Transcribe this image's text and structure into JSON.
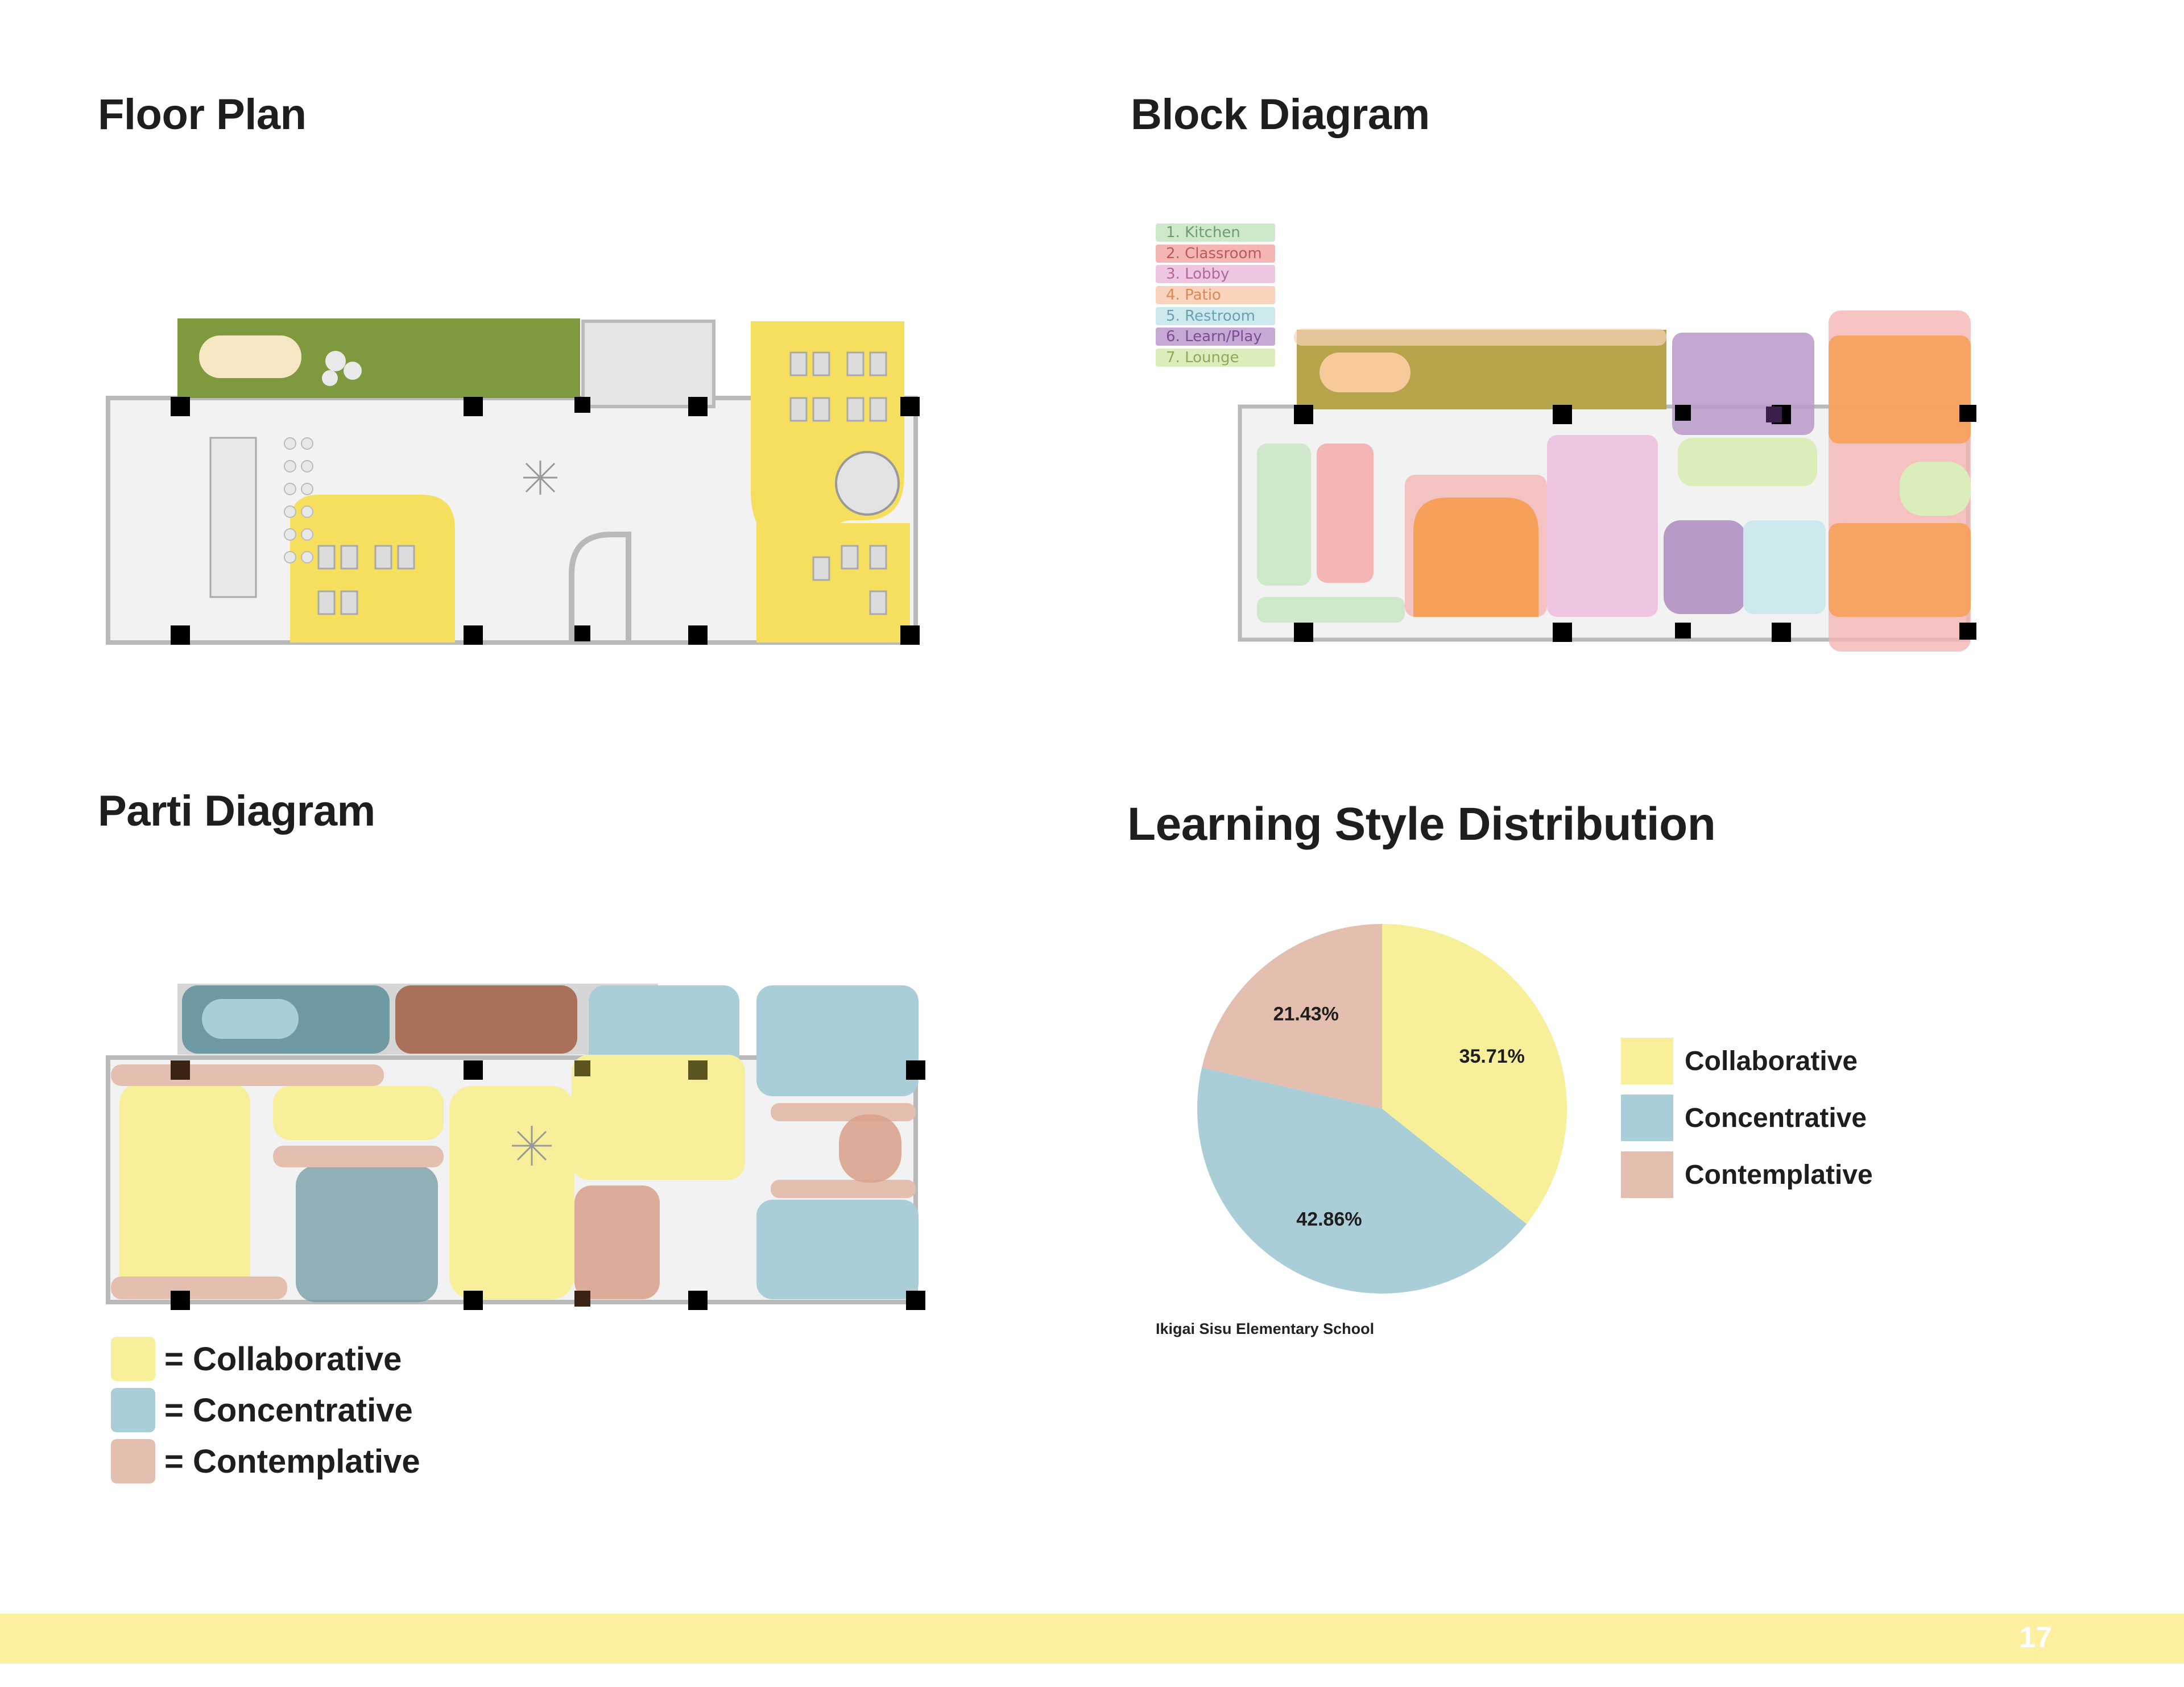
{
  "sections": {
    "floor_plan": "Floor Plan",
    "block_diagram": "Block Diagram",
    "parti_diagram": "Parti Diagram",
    "distribution": "Learning Style Distribution"
  },
  "block_legend": [
    {
      "label": "1. Kitchen",
      "bg": "#cfe8cc",
      "fg": "#6f9c70"
    },
    {
      "label": "2. Classroom",
      "bg": "#f4b6b4",
      "fg": "#c0585a"
    },
    {
      "label": "3. Lobby",
      "bg": "#efc6e2",
      "fg": "#b0689c"
    },
    {
      "label": "4. Patio",
      "bg": "#f9d3bc",
      "fg": "#d68a5a"
    },
    {
      "label": "5. Restroom",
      "bg": "#cde9ee",
      "fg": "#66a3b0"
    },
    {
      "label": "6. Learn/Play",
      "bg": "#c7a9d6",
      "fg": "#7a4e92"
    },
    {
      "label": "7. Lounge",
      "bg": "#dcedbc",
      "fg": "#8fa95a"
    }
  ],
  "parti_legend": [
    {
      "label": "= Collaborative",
      "color": "#f8ef9a"
    },
    {
      "label": "= Concentrative",
      "color": "#a9ced8"
    },
    {
      "label": "= Contemplative",
      "color": "#e4bfb0"
    }
  ],
  "chart_data": {
    "type": "pie",
    "title": "Learning Style Distribution",
    "slices": [
      {
        "name": "Collaborative",
        "value": 35.71,
        "label": "35.71%",
        "color": "#f8ef9a"
      },
      {
        "name": "Concentrative",
        "value": 42.86,
        "label": "42.86%",
        "color": "#a9ced8"
      },
      {
        "name": "Contemplative",
        "value": 21.43,
        "label": "21.43%",
        "color": "#e4bfb0"
      }
    ],
    "legend_placement": "right",
    "caption": "Ikigai Sisu Elementary School"
  },
  "page_number": "17"
}
